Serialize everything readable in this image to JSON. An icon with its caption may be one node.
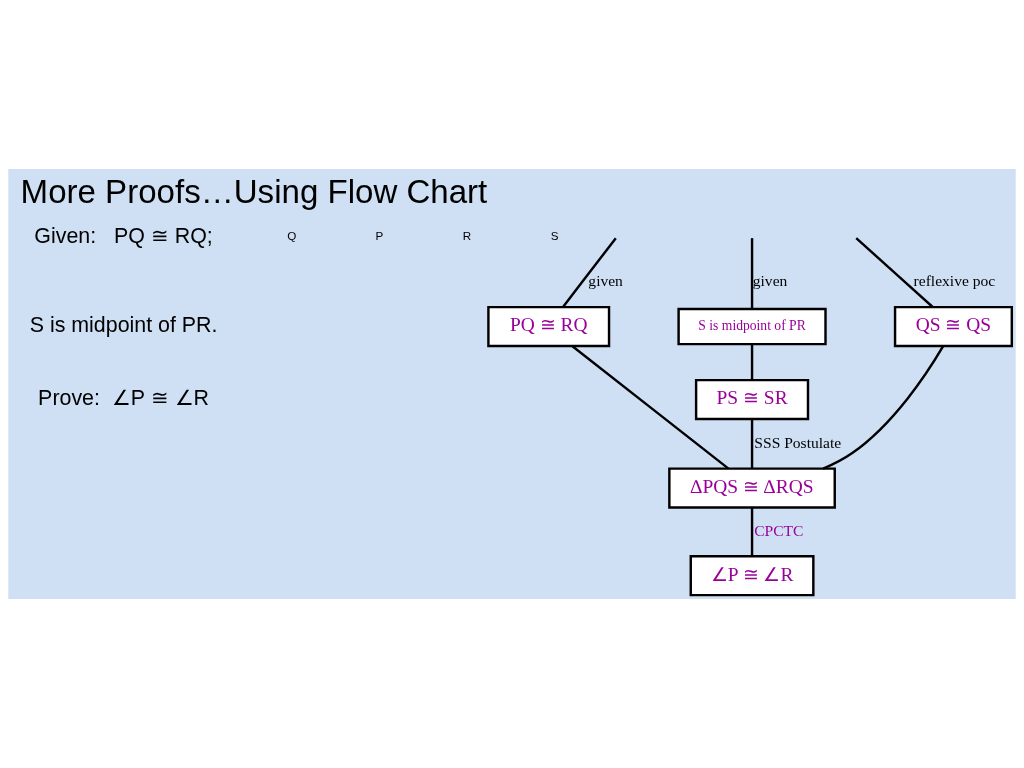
{
  "diagram": {
    "title": "More Proofs…Using Flow Chart",
    "nodes": [
      {
        "text": [
          "PQ ≅ RQ"
        ]
      },
      {
        "text": [
          "S is midpoint of PR"
        ]
      },
      {
        "text": [
          "QS ≅ QS"
        ]
      },
      {
        "text": [
          "PS ≅ SR"
        ]
      },
      {
        "text": [
          "∆PQS ≅ ∆RQS"
        ]
      },
      {
        "text": [
          "∠P ≅ ∠R"
        ]
      }
    ],
    "edges": [
      {
        "from": null,
        "to": 0,
        "arrow": "none",
        "label": "given"
      },
      {
        "from": null,
        "to": 1,
        "arrow": "none",
        "label": "given"
      },
      {
        "from": null,
        "to": 2,
        "arrow": "none",
        "label": "reflexive poc"
      },
      {
        "from": 1,
        "to": 3,
        "arrow": "none"
      },
      {
        "from": 0,
        "to": 4,
        "arrow": "none"
      },
      {
        "from": 3,
        "to": 4,
        "arrow": "none",
        "label": "SSS Postulate"
      },
      {
        "from": 2,
        "to": 4,
        "arrow": "none"
      },
      {
        "from": 4,
        "to": 5,
        "arrow": "none",
        "label": "CPCTC"
      }
    ],
    "labels": [
      "Given:   PQ ≅ RQ;",
      "S is midpoint of PR.",
      "Prove:  ∠P ≅ ∠R",
      "Q",
      "P",
      "R",
      "S"
    ]
  }
}
